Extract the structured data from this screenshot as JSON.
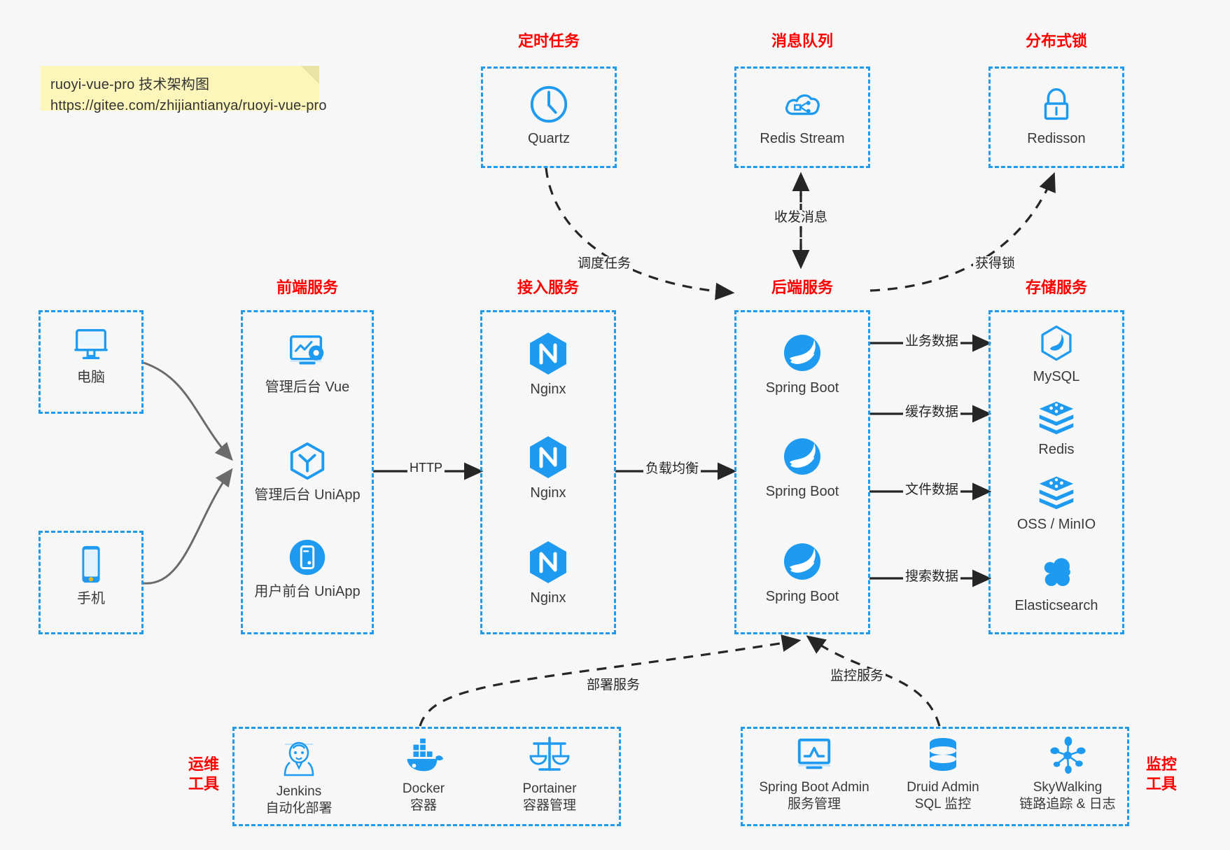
{
  "diagram": {
    "title": "ruoyi-vue-pro 技术架构图",
    "background_color": "#f7f7f7",
    "accent_color": "#1e9bf0",
    "group_title_color": "#ff0000"
  },
  "note": {
    "line1": "ruoyi-vue-pro 技术架构图",
    "line2": "https://gitee.com/zhijiantianya/ruoyi-vue-pro",
    "background_color": "#fcf6ba"
  },
  "groups": {
    "scheduler": {
      "title": "定时任务"
    },
    "mq": {
      "title": "消息队列"
    },
    "lock": {
      "title": "分布式锁"
    },
    "frontend": {
      "title": "前端服务"
    },
    "gateway": {
      "title": "接入服务"
    },
    "backend": {
      "title": "后端服务"
    },
    "storage": {
      "title": "存储服务"
    },
    "devops": {
      "title_line1": "运维",
      "title_line2": "工具"
    },
    "monitor": {
      "title_line1": "监控",
      "title_line2": "工具"
    }
  },
  "nodes": {
    "quartz": {
      "label": "Quartz",
      "icon": "clock-icon"
    },
    "redis_stream": {
      "label": "Redis Stream",
      "icon": "cloud-stream-icon"
    },
    "redisson": {
      "label": "Redisson",
      "icon": "lock-icon"
    },
    "pc": {
      "label": "电脑",
      "icon": "desktop-monitor-icon"
    },
    "phone": {
      "label": "手机",
      "icon": "mobile-phone-icon"
    },
    "frontend_items": [
      {
        "label": "管理后台 Vue",
        "icon": "dashboard-gear-icon"
      },
      {
        "label": "管理后台 UniApp",
        "icon": "uniapp-cube-icon"
      },
      {
        "label": "用户前台 UniApp",
        "icon": "mobile-circle-icon"
      }
    ],
    "gateway_items": [
      {
        "label": "Nginx",
        "icon": "nginx-icon"
      },
      {
        "label": "Nginx",
        "icon": "nginx-icon"
      },
      {
        "label": "Nginx",
        "icon": "nginx-icon"
      }
    ],
    "backend_items": [
      {
        "label": "Spring Boot",
        "icon": "spring-leaf-icon"
      },
      {
        "label": "Spring Boot",
        "icon": "spring-leaf-icon"
      },
      {
        "label": "Spring Boot",
        "icon": "spring-leaf-icon"
      }
    ],
    "storage_items": [
      {
        "label": "MySQL",
        "icon": "mysql-dolphin-icon"
      },
      {
        "label": "Redis",
        "icon": "redis-stack-icon"
      },
      {
        "label": "OSS / MinIO",
        "icon": "object-storage-icon"
      },
      {
        "label": "Elasticsearch",
        "icon": "elasticsearch-icon"
      }
    ],
    "devops_items": [
      {
        "label": "Jenkins",
        "sub": "自动化部署",
        "icon": "jenkins-butler-icon"
      },
      {
        "label": "Docker",
        "sub": "容器",
        "icon": "docker-whale-icon"
      },
      {
        "label": "Portainer",
        "sub": "容器管理",
        "icon": "portainer-scale-icon"
      }
    ],
    "monitor_items": [
      {
        "label": "Spring Boot Admin",
        "sub": "服务管理",
        "icon": "monitor-chart-icon"
      },
      {
        "label": "Druid Admin",
        "sub": "SQL 监控",
        "icon": "database-icon"
      },
      {
        "label": "SkyWalking",
        "sub": "链路追踪 & 日志",
        "icon": "skywalking-icon"
      }
    ]
  },
  "edges": {
    "schedule_task": "调度任务",
    "send_receive_message": "收发消息",
    "acquire_lock": "获得锁",
    "http": "HTTP",
    "load_balance": "负载均衡",
    "business_data": "业务数据",
    "cache_data": "缓存数据",
    "file_data": "文件数据",
    "search_data": "搜索数据",
    "deploy_service": "部署服务",
    "monitor_service": "监控服务"
  }
}
